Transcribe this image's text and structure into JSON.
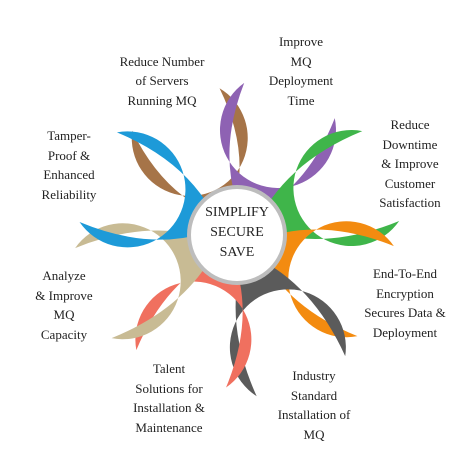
{
  "center": {
    "text": "SIMPLIFY\nSECURE\nSAVE",
    "color": "#bdbdbd"
  },
  "petals": [
    {
      "id": "servers",
      "label": "Reduce Number\nof  Servers\nRunning MQ",
      "color": "#a67448"
    },
    {
      "id": "deployment",
      "label": "Improve\nMQ\nDeployment\nTime",
      "color": "#8e62b3"
    },
    {
      "id": "downtime",
      "label": "Reduce\nDowntime\n& Improve\nCustomer\nSatisfaction",
      "color": "#3fb54a"
    },
    {
      "id": "encryption",
      "label": "End-To-End\nEncryption\nSecures Data &\nDeployment",
      "color": "#f38b10"
    },
    {
      "id": "industry",
      "label": "Industry\nStandard\nInstallation of\nMQ",
      "color": "#5b5b5b"
    },
    {
      "id": "talent",
      "label": "Talent\nSolutions for\nInstallation &\nMaintenance",
      "color": "#f0705f"
    },
    {
      "id": "capacity",
      "label": "Analyze\n& Improve\nMQ\nCapacity",
      "color": "#c8bb94"
    },
    {
      "id": "reliability",
      "label": "Tamper-\nProof &\nEnhanced\nReliability",
      "color": "#1d9ad8"
    }
  ]
}
